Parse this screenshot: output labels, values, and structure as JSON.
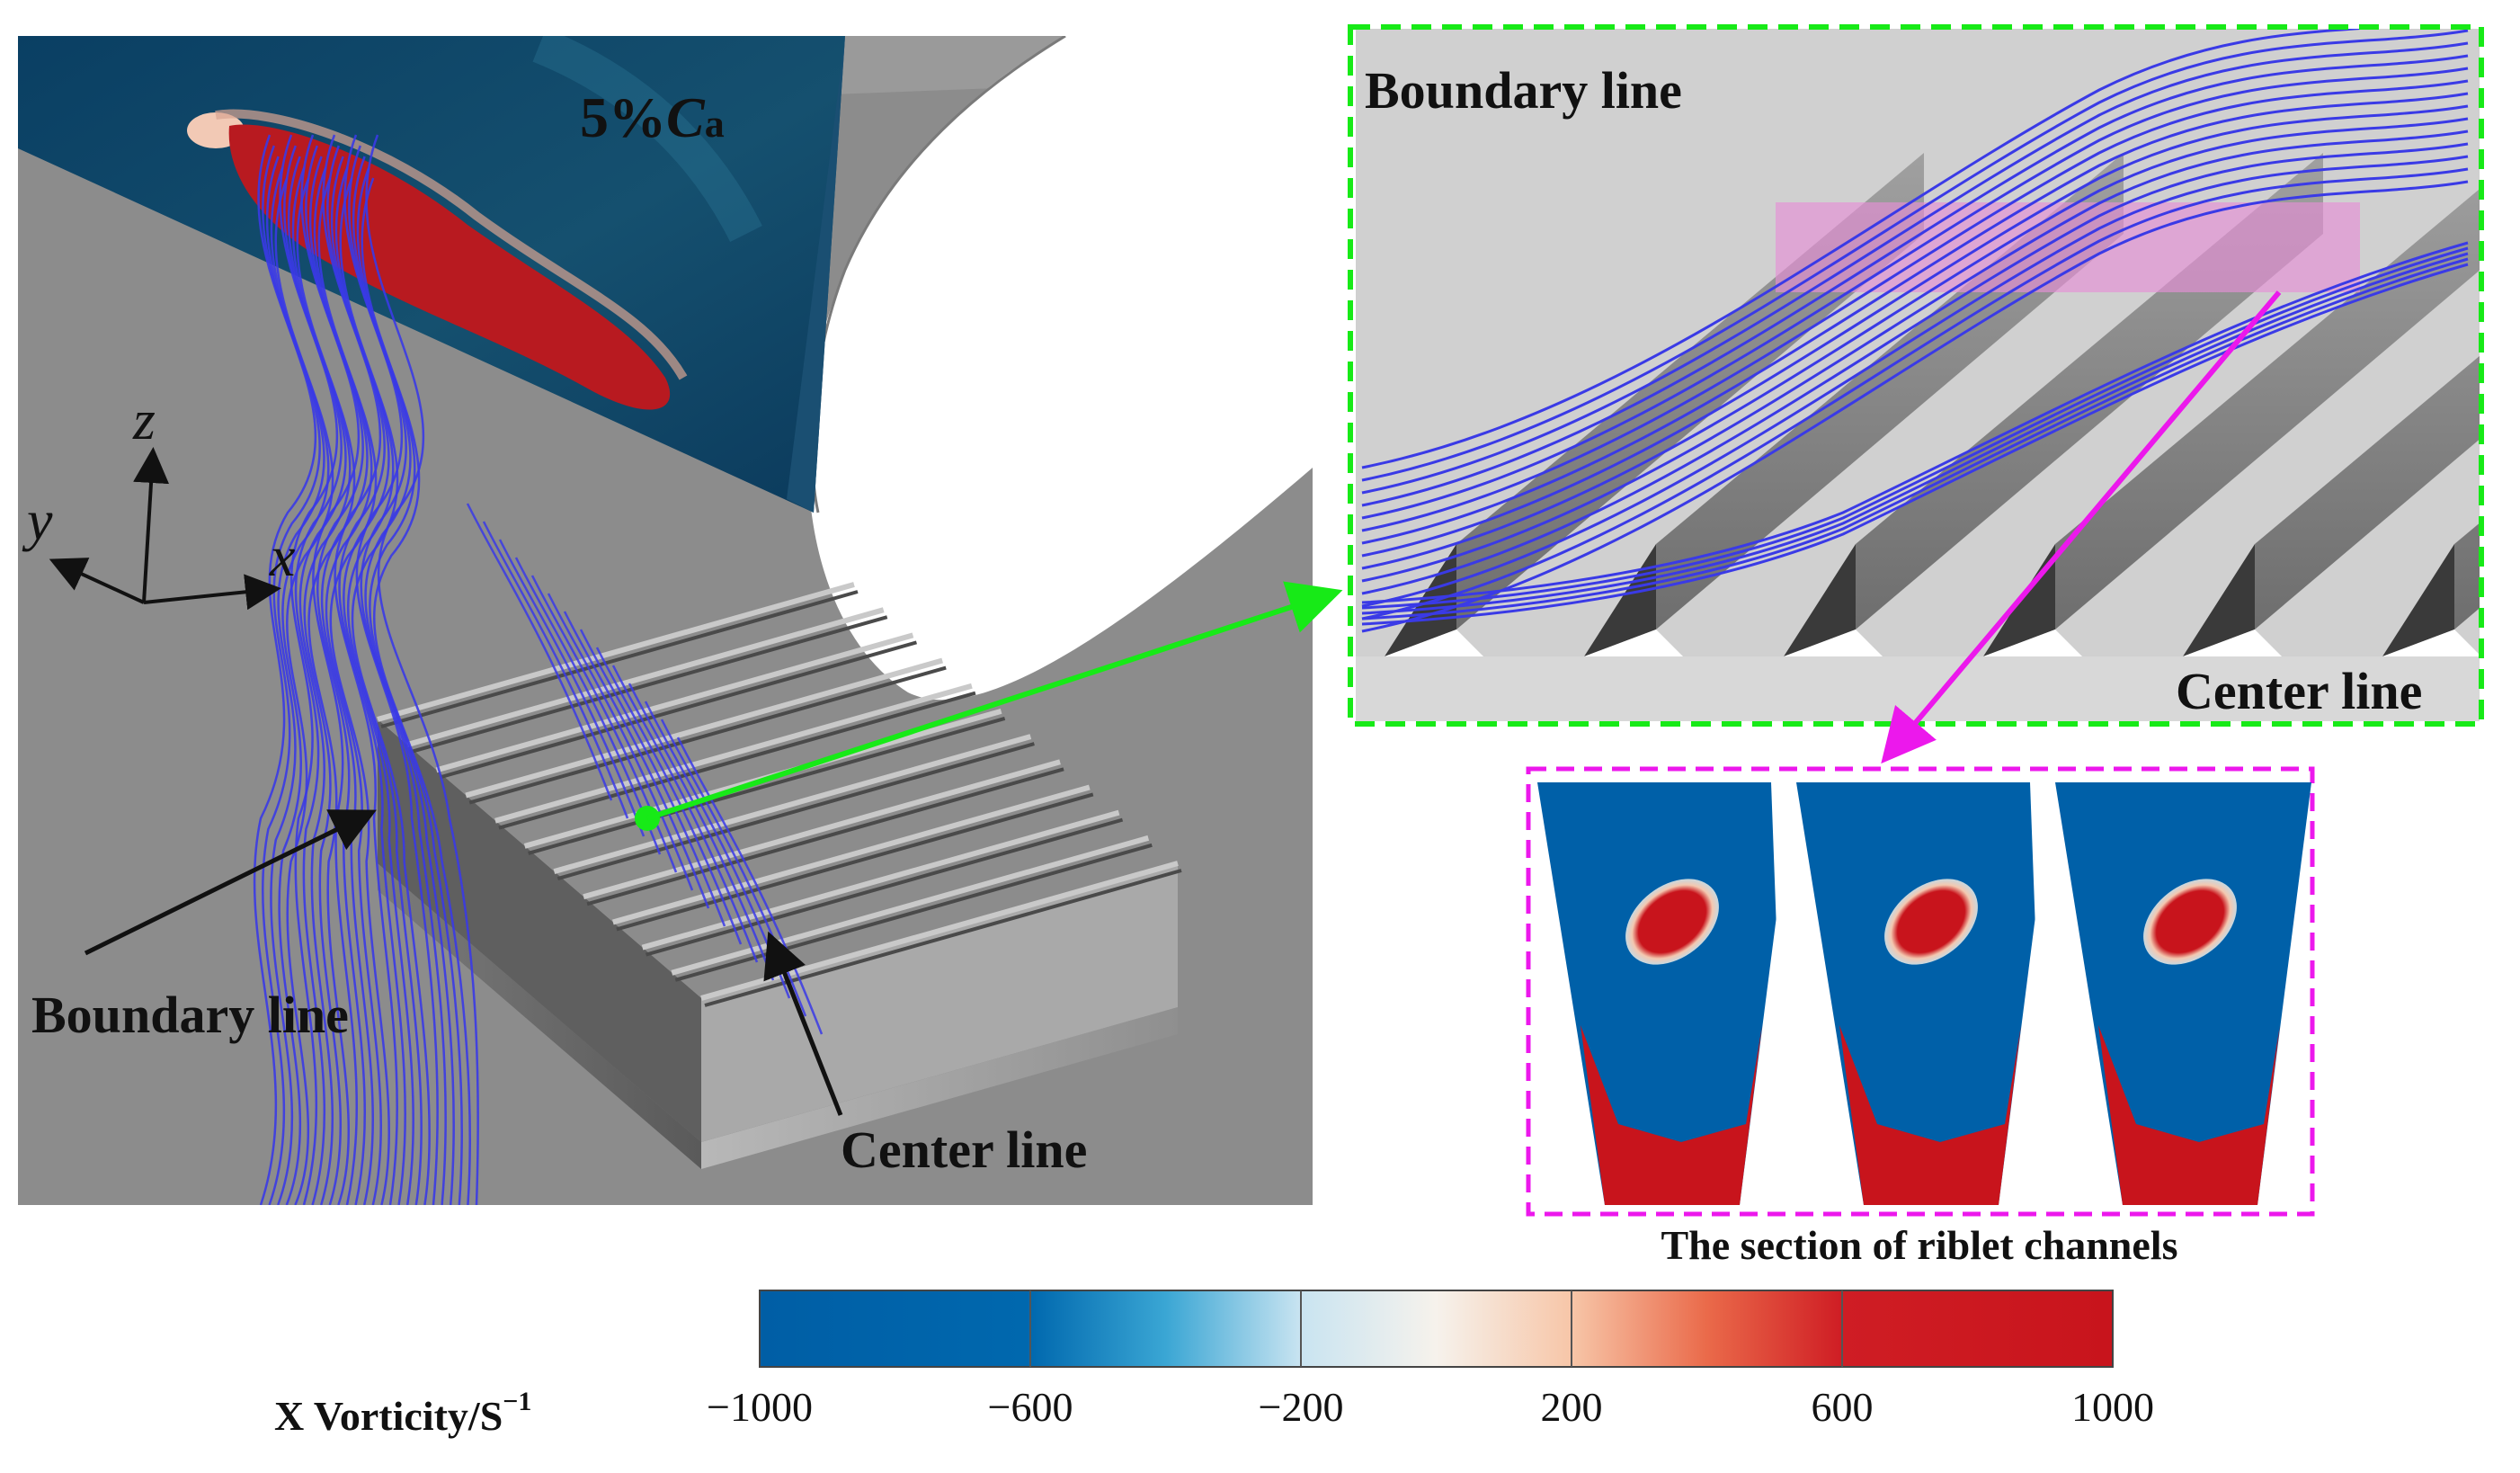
{
  "main_view": {
    "section_label_prefix": "5%",
    "section_label_symbol": "C",
    "section_label_subscript": "a",
    "axis_labels": {
      "z": "z",
      "y": "y",
      "x": "x"
    },
    "boundary_line_label": "Boundary line",
    "center_line_label": "Center line"
  },
  "zoom_view": {
    "boundary_line_label": "Boundary line",
    "center_line_label": "Center line"
  },
  "section_view": {
    "caption": "The section of riblet channels",
    "channel_count": 3
  },
  "colorbar": {
    "label_main": "X Vorticity/S",
    "label_exponent": "−1",
    "ticks": [
      "−1000",
      "−600",
      "−200",
      "200",
      "600",
      "1000"
    ],
    "range": [
      -1000,
      1000
    ]
  },
  "colors": {
    "streamline": "#3a3ae6",
    "green_link": "#17ea17",
    "magenta_link": "#ec18ec",
    "negative_vorticity": "#0060a8",
    "positive_vorticity": "#c8141c"
  }
}
